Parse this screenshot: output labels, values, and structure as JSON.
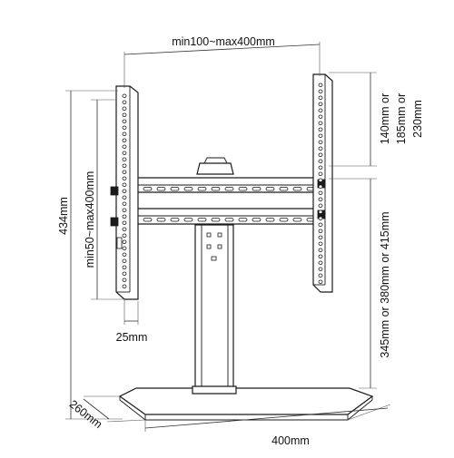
{
  "dimensions": {
    "top_width": "min100~max400mm",
    "right_upper": [
      "140mm or",
      "185mm or",
      "230mm"
    ],
    "left_height": "434mm",
    "inner_height": "min50~max400mm",
    "right_lower": "345mm or 380mm or 415mm",
    "bracket_width": "25mm",
    "base_depth": "260mm",
    "base_width": "400mm"
  }
}
